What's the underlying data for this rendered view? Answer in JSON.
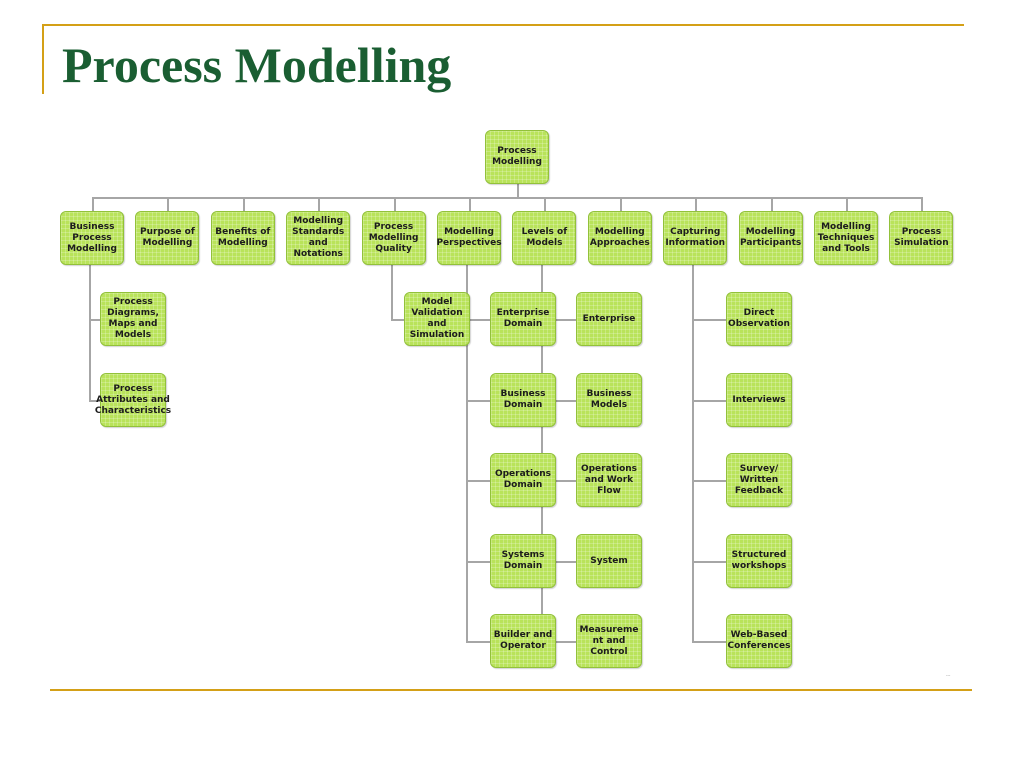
{
  "slide": {
    "title": "Process Modelling",
    "footer_mark": "---"
  },
  "root": {
    "label": "Process\nModelling"
  },
  "categories": [
    {
      "label": "Business\nProcess\nModelling",
      "children": [
        "Process\nDiagrams,\nMaps and\nModels",
        "Process\nAttributes and\nCharacteristics"
      ]
    },
    {
      "label": "Purpose of\nModelling",
      "children": []
    },
    {
      "label": "Benefits of\nModelling",
      "children": []
    },
    {
      "label": "Modelling\nStandards\nand\nNotations",
      "children": []
    },
    {
      "label": "Process\nModelling\nQuality",
      "children": [
        "Model\nValidation\nand\nSimulation"
      ]
    },
    {
      "label": "Modelling\nPerspectives",
      "children": [
        "Enterprise\nDomain",
        "Business\nDomain",
        "Operations\nDomain",
        "Systems\nDomain",
        "Builder and\nOperator"
      ]
    },
    {
      "label": "Levels of\nModels",
      "children": [
        "Enterprise",
        "Business\nModels",
        "Operations\nand Work\nFlow",
        "System",
        "Measureme\nnt and\nControl"
      ]
    },
    {
      "label": "Modelling\nApproaches",
      "children": []
    },
    {
      "label": "Capturing\nInformation",
      "children": [
        "Direct\nObservation",
        "Interviews",
        "Survey/\nWritten\nFeedback",
        "Structured\nworkshops",
        "Web-Based\nConferences"
      ]
    },
    {
      "label": "Modelling\nParticipants",
      "children": []
    },
    {
      "label": "Modelling\nTechniques\nand Tools",
      "children": []
    },
    {
      "label": "Process\nSimulation",
      "children": []
    }
  ],
  "colors": {
    "node_fill": "#b9e35a",
    "node_border": "#92c13a",
    "connector": "#a6a6a6",
    "title": "#1a5e32",
    "rule": "#d4a017"
  }
}
